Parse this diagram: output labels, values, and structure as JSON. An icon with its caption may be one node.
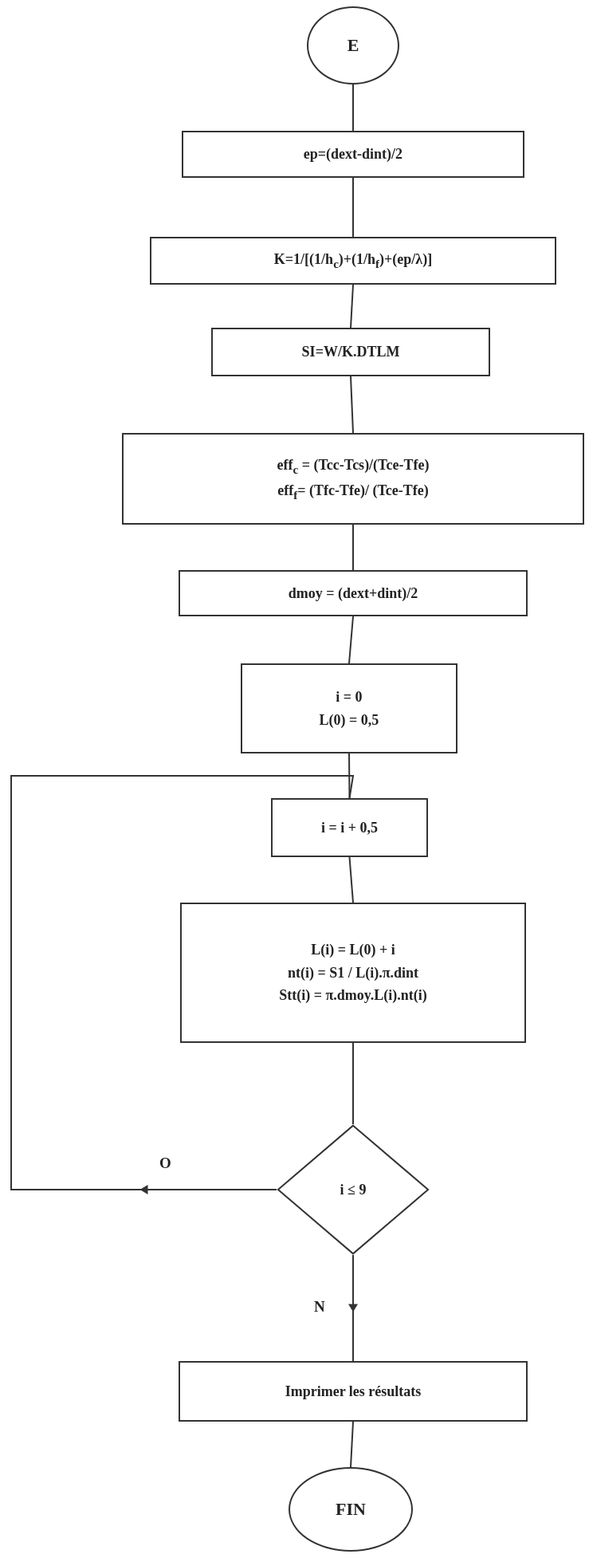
{
  "diagram": {
    "nodes": [
      {
        "text": [
          "E"
        ]
      },
      {
        "text": [
          "ep=(dext-dint)/2"
        ]
      },
      {
        "text": [
          "K=1/[(1/h$_{c}$)+(1/h$_{f}$)+(ep/λ)]"
        ]
      },
      {
        "text": [
          "SI=W/K.DTLM"
        ]
      },
      {
        "text": [
          "eff$_{c}$ = (Tcc-Tcs)/(Tce-Tfe)",
          "eff$_{f}$= (Tfc-Tfe)/ (Tce-Tfe)"
        ]
      },
      {
        "text": [
          "dmoy = (dext+dint)/2"
        ]
      },
      {
        "text": [
          "i = 0",
          "L(0) = 0,5"
        ]
      },
      {
        "text": [
          "i = i + 0,5"
        ]
      },
      {
        "text": [
          "L(i) = L(0) + i",
          "nt(i) = S1 / L(i).π.dint",
          "Stt(i) = π.dmoy.L(i).nt(i)"
        ]
      },
      {
        "text": [
          "i ≤ 9"
        ]
      },
      {
        "text": [
          "Imprimer les résultats"
        ]
      },
      {
        "text": [
          "FIN"
        ]
      }
    ],
    "edges": [
      {
        "from": 0,
        "to": 1,
        "arrow": "none"
      },
      {
        "from": 1,
        "to": 2,
        "arrow": "none"
      },
      {
        "from": 2,
        "to": 3,
        "arrow": "none"
      },
      {
        "from": 3,
        "to": 4,
        "arrow": "none"
      },
      {
        "from": 4,
        "to": 5,
        "arrow": "none"
      },
      {
        "from": 5,
        "to": 6,
        "arrow": "none"
      },
      {
        "from": 6,
        "to": 7,
        "arrow": "none"
      },
      {
        "from": 7,
        "to": 8,
        "arrow": "none"
      },
      {
        "from": 8,
        "to": 9,
        "arrow": "none"
      },
      {
        "from": 9,
        "to": 7,
        "arrow": "to",
        "label": "O"
      },
      {
        "from": 9,
        "to": 10,
        "arrow": "to",
        "label": "N"
      },
      {
        "from": 10,
        "to": 11,
        "arrow": "none"
      }
    ]
  }
}
